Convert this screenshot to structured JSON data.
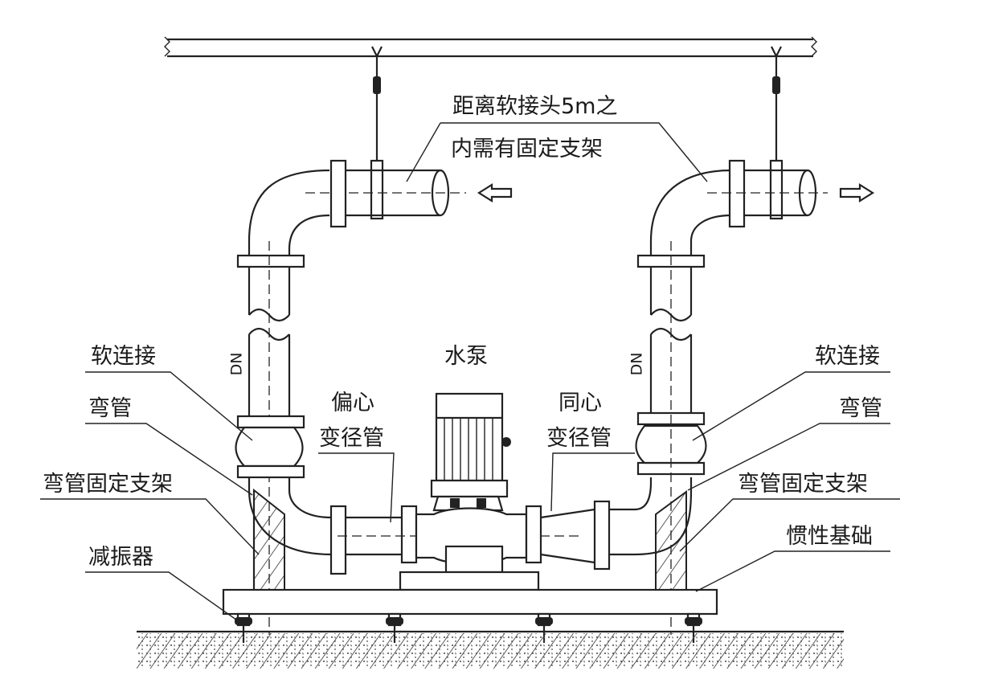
{
  "labels": {
    "note_line1": "距离软接头5m之",
    "note_line2": "内需有固定支架",
    "pump": "水泵",
    "eccentric_l1": "偏心",
    "eccentric_l2": "变径管",
    "concentric_l1": "同心",
    "concentric_l2": "变径管",
    "soft_joint_left": "软连接",
    "elbow_left": "弯管",
    "elbow_support_left": "弯管固定支架",
    "damper": "减振器",
    "soft_joint_right": "软连接",
    "elbow_right": "弯管",
    "elbow_support_right": "弯管固定支架",
    "inertia_base": "惯性基础",
    "dn_left": "DN",
    "dn_right": "DN"
  }
}
